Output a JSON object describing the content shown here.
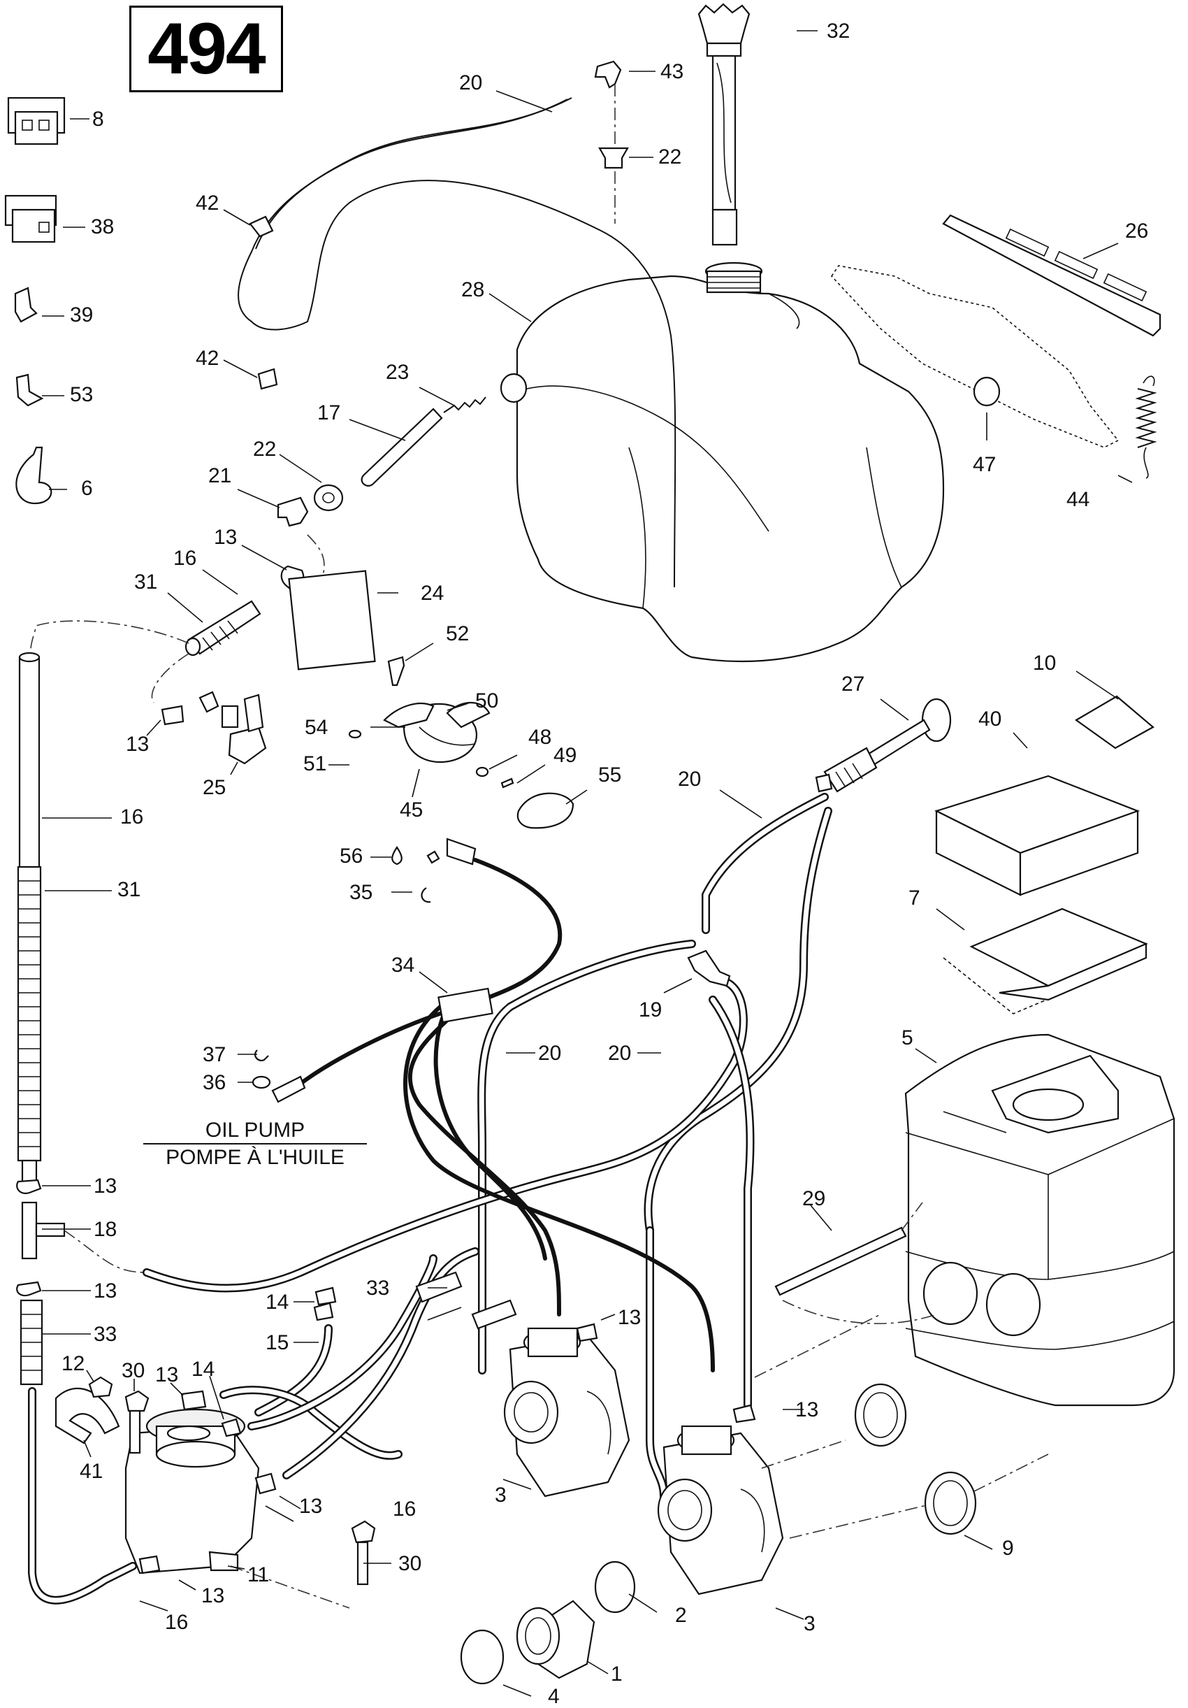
{
  "page_number": "494",
  "caption": {
    "line1": "OIL PUMP",
    "line2": "POMPE À L'HUILE"
  },
  "callouts": [
    {
      "id": "c32",
      "label": "32"
    },
    {
      "id": "c43",
      "label": "43"
    },
    {
      "id": "c20a",
      "label": "20"
    },
    {
      "id": "c22a",
      "label": "22"
    },
    {
      "id": "c8",
      "label": "8"
    },
    {
      "id": "c38",
      "label": "38"
    },
    {
      "id": "c42a",
      "label": "42"
    },
    {
      "id": "c26",
      "label": "26"
    },
    {
      "id": "c28",
      "label": "28"
    },
    {
      "id": "c39",
      "label": "39"
    },
    {
      "id": "c42b",
      "label": "42"
    },
    {
      "id": "c53",
      "label": "53"
    },
    {
      "id": "c23",
      "label": "23"
    },
    {
      "id": "c17",
      "label": "17"
    },
    {
      "id": "c47",
      "label": "47"
    },
    {
      "id": "c22b",
      "label": "22"
    },
    {
      "id": "c6",
      "label": "6"
    },
    {
      "id": "c21",
      "label": "21"
    },
    {
      "id": "c44",
      "label": "44"
    },
    {
      "id": "c13a",
      "label": "13"
    },
    {
      "id": "c16a",
      "label": "16"
    },
    {
      "id": "c31a",
      "label": "31"
    },
    {
      "id": "c24",
      "label": "24"
    },
    {
      "id": "c52",
      "label": "52"
    },
    {
      "id": "c10",
      "label": "10"
    },
    {
      "id": "c27",
      "label": "27"
    },
    {
      "id": "c50",
      "label": "50"
    },
    {
      "id": "c54",
      "label": "54"
    },
    {
      "id": "c40",
      "label": "40"
    },
    {
      "id": "c13b",
      "label": "13"
    },
    {
      "id": "c48",
      "label": "48"
    },
    {
      "id": "c49",
      "label": "49"
    },
    {
      "id": "c51",
      "label": "51"
    },
    {
      "id": "c25",
      "label": "25"
    },
    {
      "id": "c55",
      "label": "55"
    },
    {
      "id": "c45",
      "label": "45"
    },
    {
      "id": "c20b",
      "label": "20"
    },
    {
      "id": "c16b",
      "label": "16"
    },
    {
      "id": "c56",
      "label": "56"
    },
    {
      "id": "c31b",
      "label": "31"
    },
    {
      "id": "c35",
      "label": "35"
    },
    {
      "id": "c7",
      "label": "7"
    },
    {
      "id": "c34",
      "label": "34"
    },
    {
      "id": "c19",
      "label": "19"
    },
    {
      "id": "c5",
      "label": "5"
    },
    {
      "id": "c37",
      "label": "37"
    },
    {
      "id": "c20c",
      "label": "20"
    },
    {
      "id": "c20d",
      "label": "20"
    },
    {
      "id": "c36",
      "label": "36"
    },
    {
      "id": "c13c",
      "label": "13"
    },
    {
      "id": "c29",
      "label": "29"
    },
    {
      "id": "c18",
      "label": "18"
    },
    {
      "id": "c13d",
      "label": "13"
    },
    {
      "id": "c14a",
      "label": "14"
    },
    {
      "id": "c33a",
      "label": "33"
    },
    {
      "id": "c13e",
      "label": "13"
    },
    {
      "id": "c15",
      "label": "15"
    },
    {
      "id": "c33b",
      "label": "33"
    },
    {
      "id": "c12",
      "label": "12"
    },
    {
      "id": "c30a",
      "label": "30"
    },
    {
      "id": "c13f",
      "label": "13"
    },
    {
      "id": "c14b",
      "label": "14"
    },
    {
      "id": "c13g",
      "label": "13"
    },
    {
      "id": "c41",
      "label": "41"
    },
    {
      "id": "c13h",
      "label": "13"
    },
    {
      "id": "c16c",
      "label": "16"
    },
    {
      "id": "c3a",
      "label": "3"
    },
    {
      "id": "c9",
      "label": "9"
    },
    {
      "id": "c11",
      "label": "11"
    },
    {
      "id": "c30b",
      "label": "30"
    },
    {
      "id": "c13i",
      "label": "13"
    },
    {
      "id": "c2",
      "label": "2"
    },
    {
      "id": "c3b",
      "label": "3"
    },
    {
      "id": "c16d",
      "label": "16"
    },
    {
      "id": "c1",
      "label": "1"
    },
    {
      "id": "c4",
      "label": "4"
    }
  ]
}
